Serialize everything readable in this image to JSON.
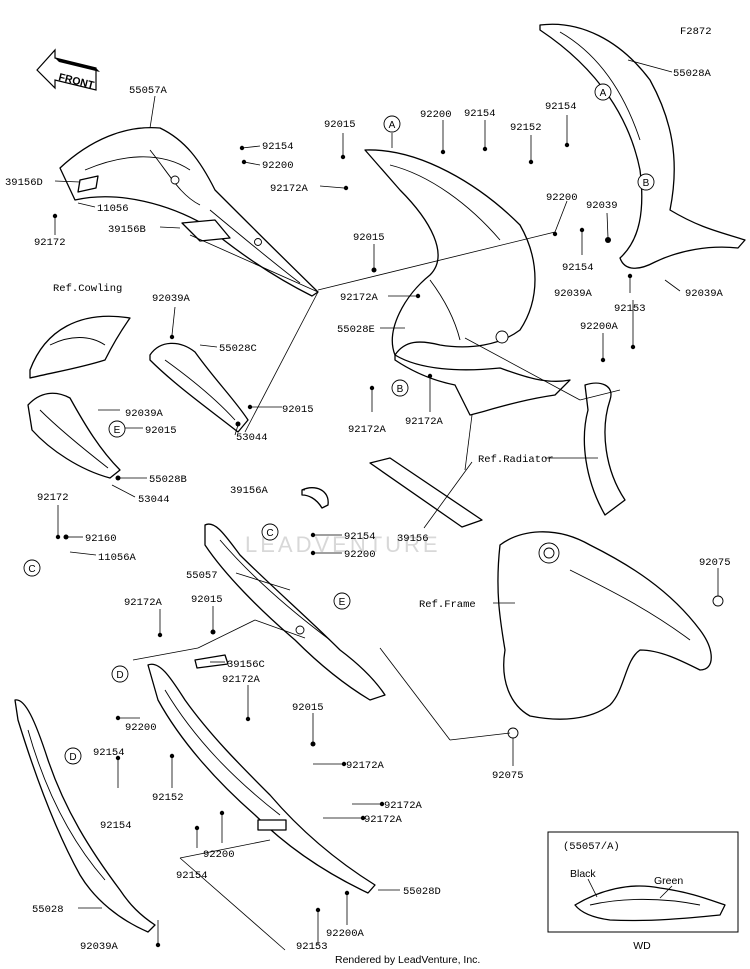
{
  "figure_code": "F2872",
  "front_label": "FRONT",
  "watermark": "LEADVENTURE",
  "footer": "Rendered by LeadVenture, Inc.",
  "refs": {
    "cowling": "Ref.Cowling",
    "radiator": "Ref.Radiator",
    "frame": "Ref.Frame"
  },
  "inset": {
    "title": "(55057/A)",
    "black": "Black",
    "green": "Green",
    "code": "WD"
  },
  "circles": {
    "A": "A",
    "B": "B",
    "C": "C",
    "D": "D",
    "E": "E"
  },
  "labels": {
    "p55028A": "55028A",
    "p55057A": "55057A",
    "p92154_a": "92154",
    "p92200_a": "92200",
    "p39156D": "39156D",
    "p11056": "11056",
    "p92172": "92172",
    "p39156B": "39156B",
    "p92015_a": "92015",
    "p92200_b": "92200",
    "p92154_b": "92154",
    "p92154_c": "92154",
    "p92152_a": "92152",
    "p92172A_a": "92172A",
    "p92200_c": "92200",
    "p92039": "92039",
    "p92015_b": "92015",
    "p92154_d": "92154",
    "p92172A_b": "92172A",
    "p92039A_a": "92039A",
    "p92039A_b": "92039A",
    "p92153_a": "92153",
    "p55028E": "55028E",
    "p92200A_a": "92200A",
    "p92039A_c": "92039A",
    "p55028C": "55028C",
    "p92039A_d": "92039A",
    "p92015_c": "92015",
    "p53044_a": "53044",
    "p92015_d": "92015",
    "p55028B": "55028B",
    "p53044_b": "53044",
    "p92172A_c": "92172A",
    "p92172A_d": "92172A",
    "p92172_b": "92172",
    "p92160": "92160",
    "p11056A": "11056A",
    "p39156A": "39156A",
    "p92154_e": "92154",
    "p92200_d": "92200",
    "p55057": "55057",
    "p39156": "39156",
    "p92075_a": "92075",
    "p92172A_e": "92172A",
    "p92015_e": "92015",
    "p39156C": "39156C",
    "p92172A_f": "92172A",
    "p92200_e": "92200",
    "p92154_f": "92154",
    "p92015_f": "92015",
    "p92152_b": "92152",
    "p92172A_g": "92172A",
    "p92154_g": "92154",
    "p92172A_h": "92172A",
    "p92172A_i": "92172A",
    "p92200_f": "92200",
    "p92154_h": "92154",
    "p92075_b": "92075",
    "p55028": "55028",
    "p55028D": "55028D",
    "p92200A_b": "92200A",
    "p92039A_e": "92039A",
    "p92153_b": "92153"
  }
}
